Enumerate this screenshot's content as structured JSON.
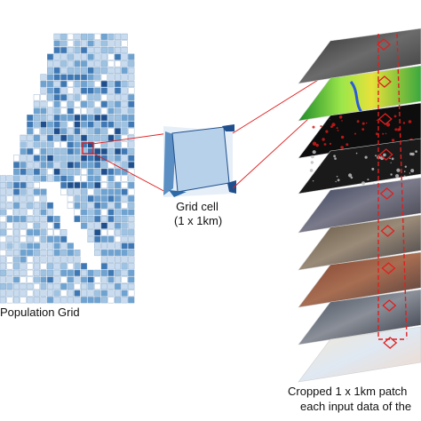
{
  "population_grid": {
    "label": "Population Grid",
    "colors": [
      "#c9dcef",
      "#9ec2e2",
      "#6ea3d1",
      "#3f79b5",
      "#1f4f8c",
      "#ffffff"
    ]
  },
  "grid_cell": {
    "title": "Grid cell",
    "subtitle": "(1 x 1km)",
    "fill": "#b7d1ea",
    "border": "#1f4f8c"
  },
  "patches": {
    "caption_line1": "Cropped 1 x 1km patch",
    "caption_line2": "each input data of the",
    "highlight_color": "#e01f1f",
    "layers": [
      "grey-terrain",
      "green-vegetation",
      "red-night-lights",
      "grey-night-lights",
      "satellite-rgb-1",
      "satellite-rgb-2",
      "satellite-rgb-3",
      "satellite-rgb-4",
      "map-tiles"
    ]
  }
}
